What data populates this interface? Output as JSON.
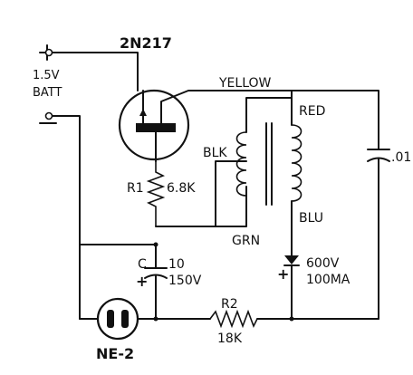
{
  "labels": {
    "batt_plus": "+",
    "batt_voltage": "1.5V",
    "batt_name": "BATT",
    "transistor": "2N217",
    "yellow": "YELLOW",
    "red": "RED",
    "blk": "BLK",
    "blu": "BLU",
    "grn": "GRN",
    "r1_name": "R1",
    "r1_value": "6.8K",
    "cap_small": ".01",
    "c_name": "C",
    "c_value1": "10",
    "c_value2": "150V",
    "c_plus": "+",
    "diode_v": "600V",
    "diode_i": "100MA",
    "diode_plus": "+",
    "r2_name": "R2",
    "r2_value": "18K",
    "lamp": "NE-2"
  }
}
